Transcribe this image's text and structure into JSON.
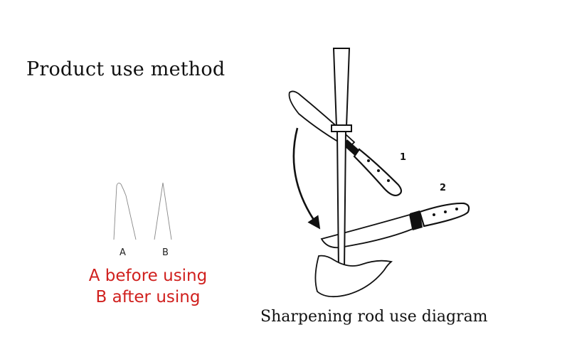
{
  "title": "Product use method",
  "comparison": {
    "label_a": "A",
    "label_b": "B",
    "line_a": "A before using",
    "line_b": "B after using",
    "accent_color": "#d0201e"
  },
  "diagram": {
    "step_1": "1",
    "step_2": "2",
    "caption": "Sharpening rod use diagram"
  }
}
